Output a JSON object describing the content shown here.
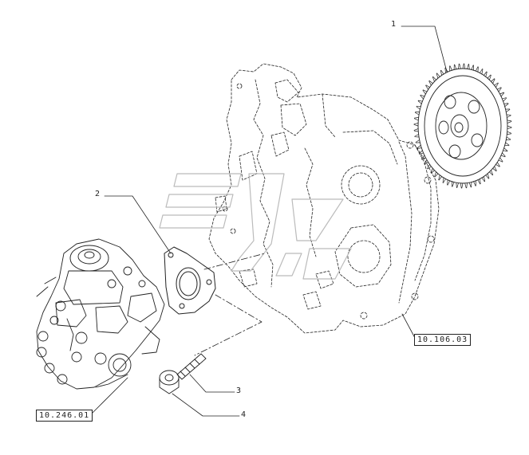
{
  "callouts": {
    "gear": "1",
    "gasket": "2",
    "stud": "3",
    "nut": "4"
  },
  "references": {
    "engine_block": "10.106.03",
    "injection_pump": "10.246.01"
  },
  "colors": {
    "line": "#222222",
    "background": "#ffffff"
  }
}
